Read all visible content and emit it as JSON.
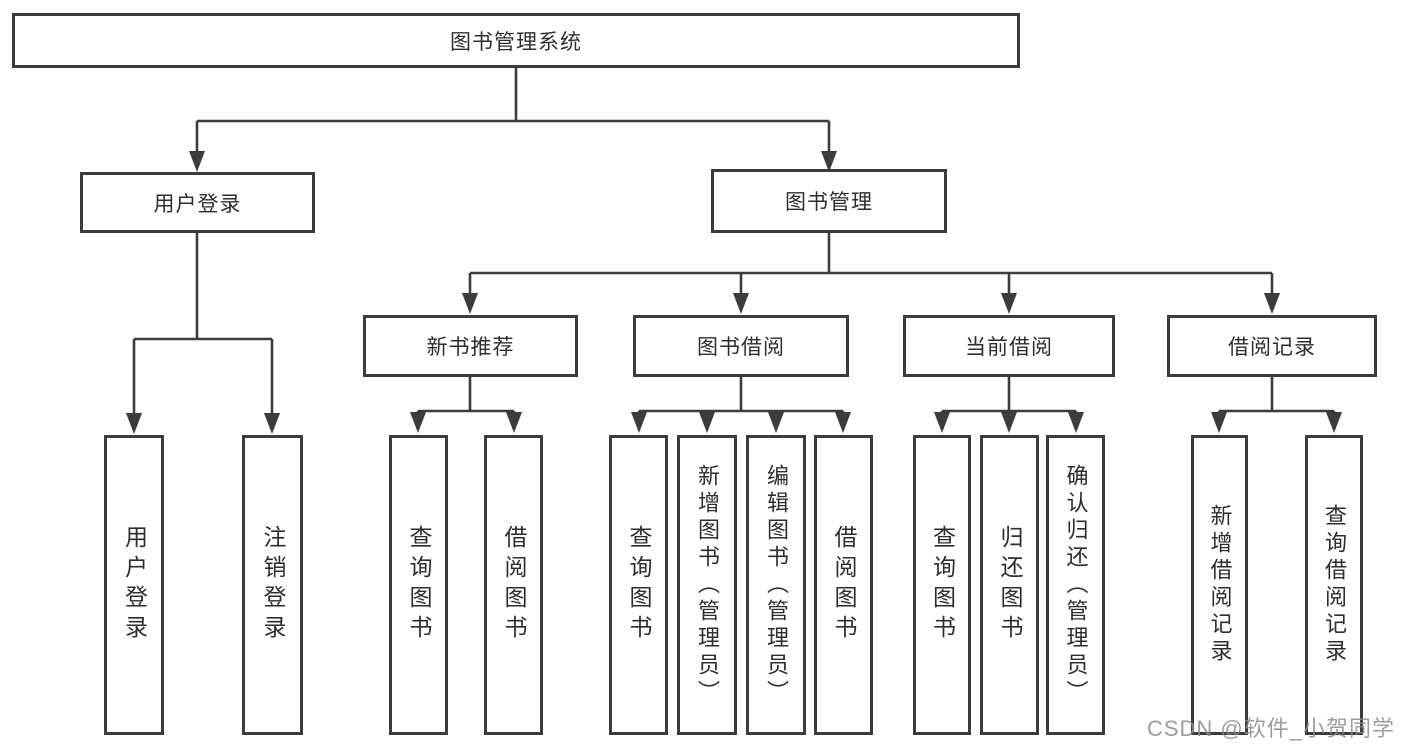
{
  "diagram": {
    "title": "图书管理系统",
    "watermark": "CSDN @软件_小贺同学",
    "colors": {
      "line": "#3c3c3c",
      "text": "#2e2e2e",
      "background": "#ffffff",
      "watermark": "#8a8c92"
    },
    "root": {
      "label": "图书管理系统"
    },
    "level1": [
      {
        "label": "用户登录"
      },
      {
        "label": "图书管理"
      }
    ],
    "level2": [
      {
        "label": "新书推荐",
        "parent": "图书管理"
      },
      {
        "label": "图书借阅",
        "parent": "图书管理"
      },
      {
        "label": "当前借阅",
        "parent": "图书管理"
      },
      {
        "label": "借阅记录",
        "parent": "图书管理"
      }
    ],
    "leaves": [
      {
        "label": "用户登录",
        "parent": "用户登录"
      },
      {
        "label": "注销登录",
        "parent": "用户登录"
      },
      {
        "label": "查询图书",
        "parent": "新书推荐"
      },
      {
        "label": "借阅图书",
        "parent": "新书推荐"
      },
      {
        "label": "查询图书",
        "parent": "图书借阅"
      },
      {
        "label": "新增图书（管理员）",
        "parent": "图书借阅"
      },
      {
        "label": "编辑图书（管理员）",
        "parent": "图书借阅"
      },
      {
        "label": "借阅图书",
        "parent": "图书借阅"
      },
      {
        "label": "查询图书",
        "parent": "当前借阅"
      },
      {
        "label": "归还图书",
        "parent": "当前借阅"
      },
      {
        "label": "确认归还（管理员）",
        "parent": "当前借阅"
      },
      {
        "label": "新增借阅记录",
        "parent": "借阅记录"
      },
      {
        "label": "查询借阅记录",
        "parent": "借阅记录"
      }
    ]
  }
}
